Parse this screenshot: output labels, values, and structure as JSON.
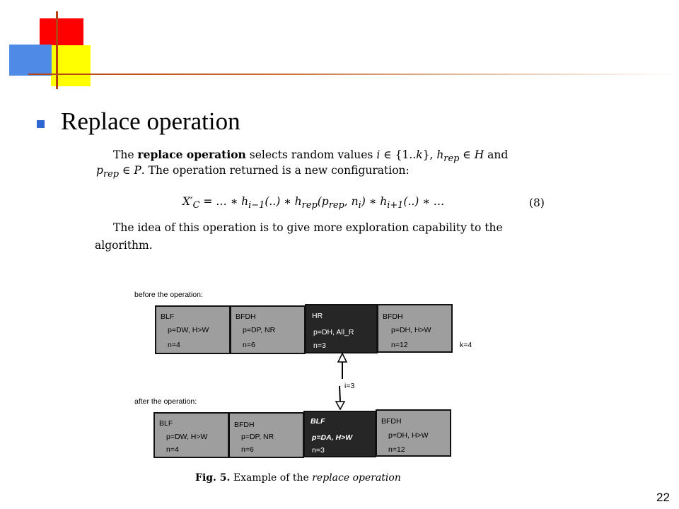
{
  "slide": {
    "title": "Replace operation",
    "page_number": "22"
  },
  "paper": {
    "paragraph1_line1": "The replace operation selects random values i ∈ {1..k}, h_rep ∈ H and",
    "paragraph1_line2": "p_rep ∈ P. The operation returned is a new configuration:",
    "equation": "X′_C = … ∗ h_{i−1}(..) ∗ h_rep(p_rep, n_i) ∗ h_{i+1}(..) ∗ …",
    "equation_number": "(8)",
    "paragraph2_line1": "The idea of this operation is to give more exploration capability to the",
    "paragraph2_line2": "algorithm."
  },
  "figure": {
    "before_label": "before the operation:",
    "after_label": "after the operation:",
    "k_label": "k=4",
    "i_label": "i=3",
    "before": [
      {
        "name": "BLF",
        "params": "p=DW, H>W",
        "n": "n=4"
      },
      {
        "name": "BFDH",
        "params": "p=DP, NR",
        "n": "n=6"
      },
      {
        "name": "HR",
        "params": "p=DH, All_R",
        "n": "n=3"
      },
      {
        "name": "BFDH",
        "params": "p=DH, H>W",
        "n": "n=12"
      }
    ],
    "after": [
      {
        "name": "BLF",
        "params": "p=DW, H>W",
        "n": "n=4"
      },
      {
        "name": "BFDH",
        "params": "p=DP, NR",
        "n": "n=6"
      },
      {
        "name": "BLF",
        "params": "p=DA, H>W",
        "n": "n=3"
      },
      {
        "name": "BFDH",
        "params": "p=DH, H>W",
        "n": "n=12"
      }
    ],
    "caption_prefix": "Fig. 5.",
    "caption_text": "Example of the replace operation"
  }
}
